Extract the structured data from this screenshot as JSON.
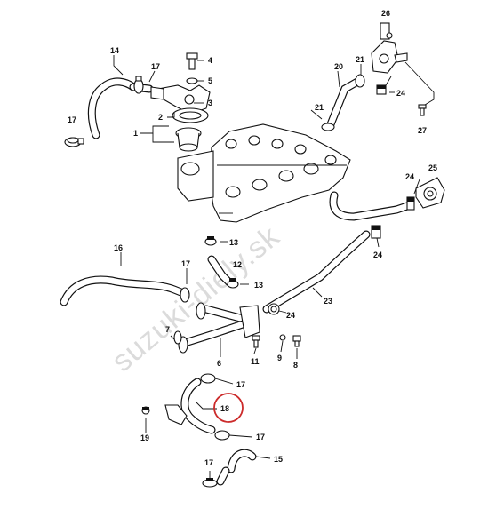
{
  "watermark": "suzuki-diely.sk",
  "highlight_color": "#cc2b2b",
  "callouts": {
    "p1": "1",
    "p2": "2",
    "p3": "3",
    "p4": "4",
    "p5": "5",
    "p6": "6",
    "p7": "7",
    "p8": "8",
    "p9": "9",
    "p11": "11",
    "p13a": "13",
    "p13b": "13",
    "p14": "14",
    "p15": "15",
    "p16": "16",
    "p17a": "17",
    "p17b": "17",
    "p17c": "17",
    "p17d": "17",
    "p17e": "17",
    "p17f": "17",
    "p18": "18",
    "p19": "19",
    "p20": "20",
    "p21a": "21",
    "p21b": "21",
    "p23": "23",
    "p24a": "24",
    "p24b": "24",
    "p24c": "24",
    "p24d": "24",
    "p25": "25",
    "p26": "26",
    "p27": "27",
    "p12": "12"
  }
}
